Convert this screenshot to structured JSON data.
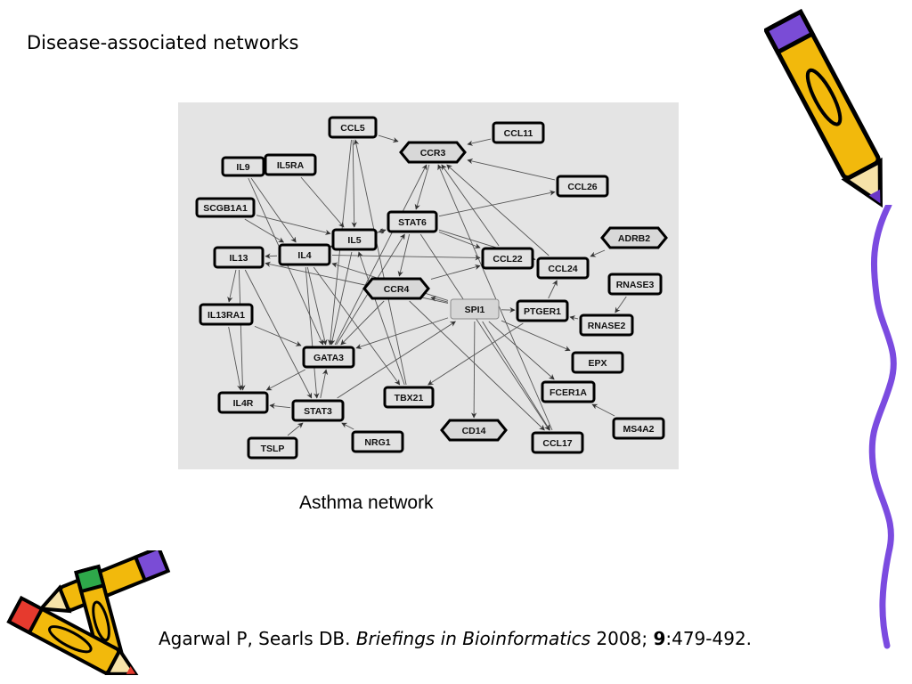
{
  "slide": {
    "title": "Disease-associated networks",
    "caption": "Asthma network"
  },
  "citation": {
    "authors": "Agarwal P, Searls DB. ",
    "journal": "Briefings in Bioinformatics",
    "year": " 2008; ",
    "volume": "9",
    "pages": ":479-492."
  },
  "network": {
    "nodes": [
      {
        "id": "CCL5",
        "label": "CCL5",
        "shape": "rect"
      },
      {
        "id": "CCR3",
        "label": "CCR3",
        "shape": "hex"
      },
      {
        "id": "CCL11",
        "label": "CCL11",
        "shape": "rect"
      },
      {
        "id": "IL9",
        "label": "IL9",
        "shape": "rect"
      },
      {
        "id": "IL5RA",
        "label": "IL5RA",
        "shape": "rect"
      },
      {
        "id": "CCL26",
        "label": "CCL26",
        "shape": "rect"
      },
      {
        "id": "SCGB1A1",
        "label": "SCGB1A1",
        "shape": "rect"
      },
      {
        "id": "STAT6",
        "label": "STAT6",
        "shape": "rect"
      },
      {
        "id": "ADRB2",
        "label": "ADRB2",
        "shape": "hex"
      },
      {
        "id": "IL5",
        "label": "IL5",
        "shape": "rect"
      },
      {
        "id": "IL13",
        "label": "IL13",
        "shape": "rect"
      },
      {
        "id": "IL4",
        "label": "IL4",
        "shape": "rect"
      },
      {
        "id": "CCL22",
        "label": "CCL22",
        "shape": "rect"
      },
      {
        "id": "CCL24",
        "label": "CCL24",
        "shape": "rect"
      },
      {
        "id": "RNASE3",
        "label": "RNASE3",
        "shape": "rect"
      },
      {
        "id": "CCR4",
        "label": "CCR4",
        "shape": "hex"
      },
      {
        "id": "SPI1",
        "label": "SPI1",
        "shape": "plain"
      },
      {
        "id": "PTGER1",
        "label": "PTGER1",
        "shape": "rect"
      },
      {
        "id": "IL13RA1",
        "label": "IL13RA1",
        "shape": "rect"
      },
      {
        "id": "RNASE2",
        "label": "RNASE2",
        "shape": "rect"
      },
      {
        "id": "GATA3",
        "label": "GATA3",
        "shape": "rect"
      },
      {
        "id": "EPX",
        "label": "EPX",
        "shape": "rect"
      },
      {
        "id": "FCER1A",
        "label": "FCER1A",
        "shape": "rect"
      },
      {
        "id": "TBX21",
        "label": "TBX21",
        "shape": "rect"
      },
      {
        "id": "IL4R",
        "label": "IL4R",
        "shape": "rect"
      },
      {
        "id": "STAT3",
        "label": "STAT3",
        "shape": "rect"
      },
      {
        "id": "MS4A2",
        "label": "MS4A2",
        "shape": "rect"
      },
      {
        "id": "CD14",
        "label": "CD14",
        "shape": "hex"
      },
      {
        "id": "TSLP",
        "label": "TSLP",
        "shape": "rect"
      },
      {
        "id": "NRG1",
        "label": "NRG1",
        "shape": "rect"
      },
      {
        "id": "CCL17",
        "label": "CCL17",
        "shape": "rect"
      }
    ],
    "edges": [
      [
        "CCL5",
        "CCR3"
      ],
      [
        "CCL11",
        "CCR3"
      ],
      [
        "CCL26",
        "CCR3"
      ],
      [
        "CCL24",
        "CCR3"
      ],
      [
        "CCL5",
        "IL5"
      ],
      [
        "CCL5",
        "GATA3"
      ],
      [
        "CCR3",
        "STAT6"
      ],
      [
        "IL9",
        "IL4"
      ],
      [
        "IL9",
        "GATA3"
      ],
      [
        "IL5RA",
        "IL5"
      ],
      [
        "SCGB1A1",
        "IL4"
      ],
      [
        "SCGB1A1",
        "IL5"
      ],
      [
        "STAT6",
        "IL4"
      ],
      [
        "STAT6",
        "IL5"
      ],
      [
        "STAT6",
        "CCL22"
      ],
      [
        "STAT6",
        "CCL24"
      ],
      [
        "STAT6",
        "CCL26"
      ],
      [
        "STAT6",
        "CCL17"
      ],
      [
        "STAT6",
        "CCR4"
      ],
      [
        "IL4",
        "STAT6"
      ],
      [
        "IL4",
        "IL5"
      ],
      [
        "IL4",
        "GATA3"
      ],
      [
        "IL4",
        "TBX21"
      ],
      [
        "IL4",
        "IL13"
      ],
      [
        "IL4",
        "STAT3"
      ],
      [
        "IL4",
        "CCL22"
      ],
      [
        "IL5",
        "GATA3"
      ],
      [
        "IL13",
        "IL13RA1"
      ],
      [
        "IL13",
        "STAT3"
      ],
      [
        "IL13",
        "IL4R"
      ],
      [
        "IL13RA1",
        "IL4R"
      ],
      [
        "IL13RA1",
        "GATA3"
      ],
      [
        "CCR4",
        "CCL22"
      ],
      [
        "CCR4",
        "CCL17"
      ],
      [
        "CCR4",
        "GATA3"
      ],
      [
        "SPI1",
        "IL4"
      ],
      [
        "SPI1",
        "GATA3"
      ],
      [
        "SPI1",
        "CCR4"
      ],
      [
        "SPI1",
        "CD14"
      ],
      [
        "SPI1",
        "FCER1A"
      ],
      [
        "SPI1",
        "EPX"
      ],
      [
        "SPI1",
        "PTGER1"
      ],
      [
        "SPI1",
        "CCL17"
      ],
      [
        "SPI1",
        "IL13"
      ],
      [
        "PTGER1",
        "CCL24"
      ],
      [
        "PTGER1",
        "TBX21"
      ],
      [
        "ADRB2",
        "CCL24"
      ],
      [
        "RNASE3",
        "RNASE2"
      ],
      [
        "RNASE2",
        "PTGER1"
      ],
      [
        "GATA3",
        "STAT6"
      ],
      [
        "GATA3",
        "IL4R"
      ],
      [
        "GATA3",
        "CCR3"
      ],
      [
        "TBX21",
        "IL5"
      ],
      [
        "TBX21",
        "CCL5"
      ],
      [
        "STAT3",
        "IL4R"
      ],
      [
        "STAT3",
        "GATA3"
      ],
      [
        "STAT3",
        "SPI1"
      ],
      [
        "TSLP",
        "STAT3"
      ],
      [
        "NRG1",
        "STAT3"
      ],
      [
        "MS4A2",
        "FCER1A"
      ],
      [
        "CCL17",
        "CCR3"
      ],
      [
        "CCL22",
        "CCR3"
      ]
    ]
  }
}
